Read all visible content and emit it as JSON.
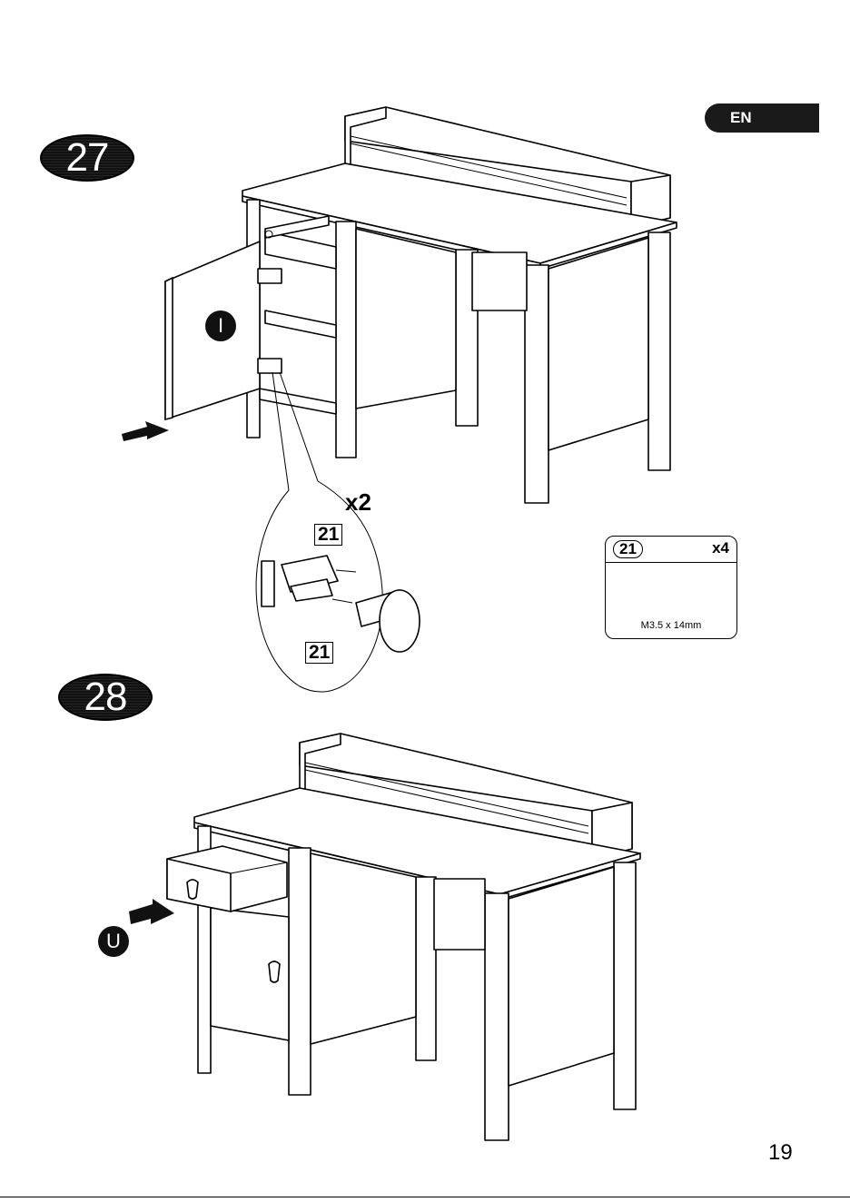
{
  "header": {
    "language": "EN"
  },
  "step27": {
    "number": "27",
    "part_letter": "I",
    "zoom_quantity": "x2",
    "callout_label_top": "21",
    "callout_label_bottom": "21"
  },
  "hardware": {
    "id": "21",
    "quantity": "x4",
    "description": "M3.5 x 14mm"
  },
  "step28": {
    "number": "28",
    "part_letter": "U"
  },
  "footer": {
    "page_number": "19"
  }
}
